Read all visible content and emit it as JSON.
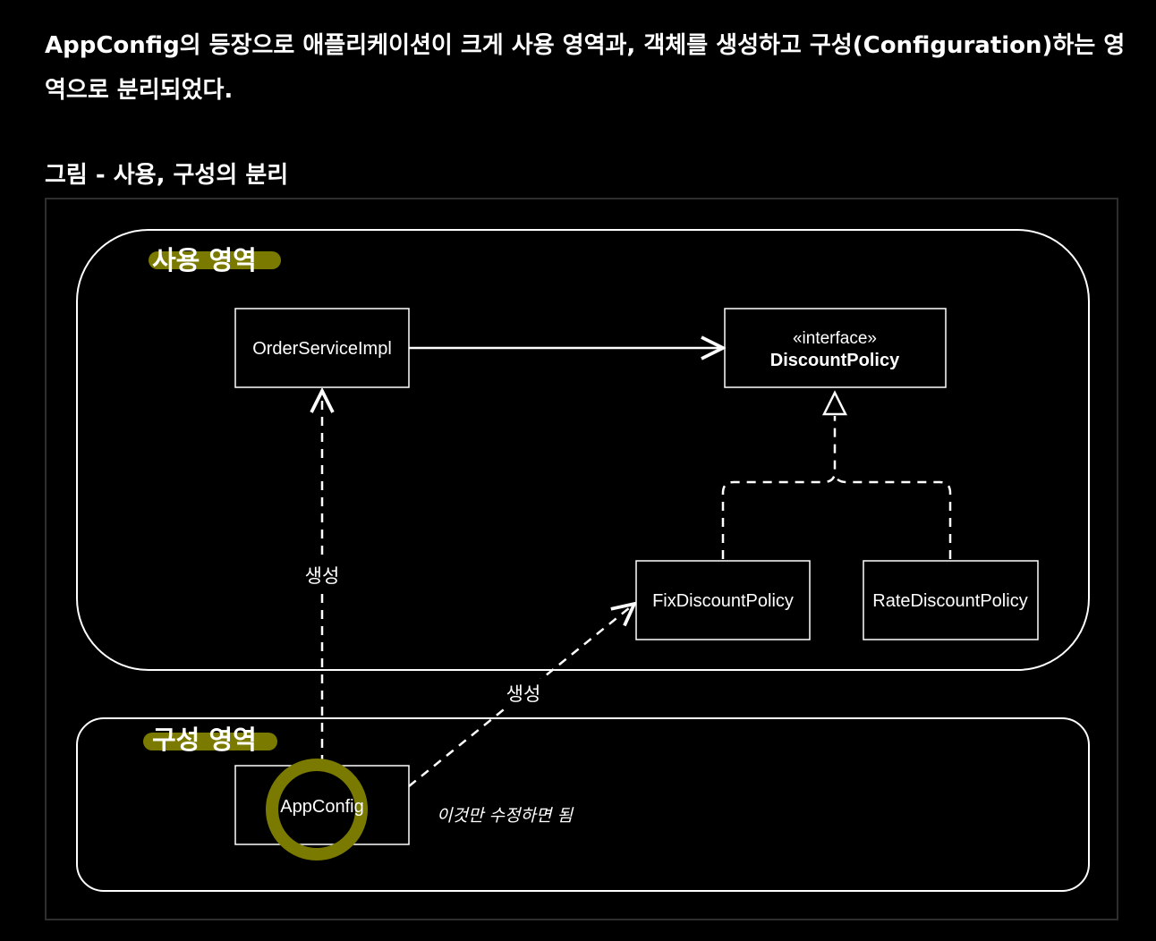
{
  "intro_text": "AppConfig의 등장으로 애플리케이션이 크게 사용 영역과, 객체를 생성하고 구성(Configuration)하는 영역으로 분리되었다.",
  "figure_caption": "그림 - 사용, 구성의 분리",
  "diagram": {
    "zones": {
      "usage_title": "사용 영역",
      "config_title": "구성 영역"
    },
    "nodes": {
      "order_service": "OrderServiceImpl",
      "discount_stereotype": "«interface»",
      "discount_policy": "DiscountPolicy",
      "fix_discount": "FixDiscountPolicy",
      "rate_discount": "RateDiscountPolicy",
      "app_config": "AppConfig"
    },
    "edges": {
      "create_order_label": "생성",
      "create_fix_label": "생성"
    },
    "annotation_note": "이것만 수정하면 됨",
    "colors": {
      "background": "#000000",
      "line": "#ffffff",
      "highlight": "#7a7a00",
      "frame": "#2e2e2e"
    }
  }
}
